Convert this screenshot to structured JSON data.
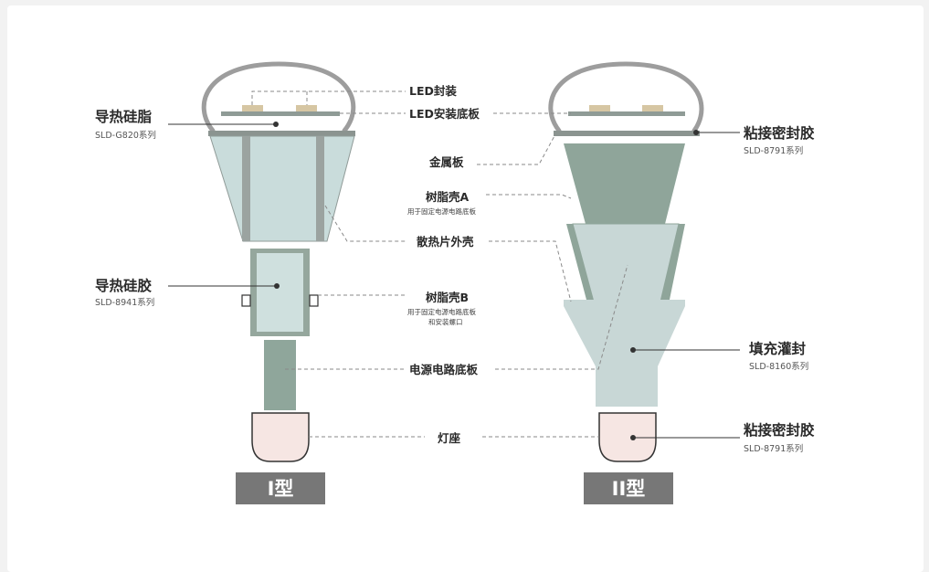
{
  "colors": {
    "background": "#f2f2f2",
    "card": "#ffffff",
    "bulb_outline": "#9d9d9d",
    "heat_sink": "#c9dcdb",
    "heat_sink_rib": "#9ba3a0",
    "resin_shell_a": "#8fa59a",
    "potting": "#c8d7d6",
    "power_board": "#8fa69b",
    "led_chip": "#d6c6a3",
    "base": "#f6e6e3",
    "type_badge": "#777777",
    "leader_line": "#888888",
    "pointer_line": "#3a3a3a"
  },
  "labels": {
    "led_package": "LED封装",
    "led_board": "LED安装底板",
    "metal_plate": "金属板",
    "resin_shell_a": "树脂壳A",
    "resin_shell_a_note": "用于固定电源电路底板",
    "heat_sink_shell": "散热片外壳",
    "resin_shell_b": "树脂壳B",
    "resin_shell_b_note_1": "用于固定电源电路底板",
    "resin_shell_b_note_2": "和安装螺口",
    "power_board": "电源电路底板",
    "lamp_base": "灯座"
  },
  "products": {
    "thermal_grease": {
      "name": "导热硅脂",
      "model": "SLD-G820系列"
    },
    "thermal_gel": {
      "name": "导热硅胶",
      "model": "SLD-8941系列"
    },
    "adhesive_sealant_top": {
      "name": "粘接密封胶",
      "model": "SLD-8791系列"
    },
    "potting": {
      "name": "填充灌封",
      "model": "SLD-8160系列"
    },
    "adhesive_sealant_base": {
      "name": "粘接密封胶",
      "model": "SLD-8791系列"
    }
  },
  "types": {
    "type1": "I型",
    "type2": "II型"
  }
}
